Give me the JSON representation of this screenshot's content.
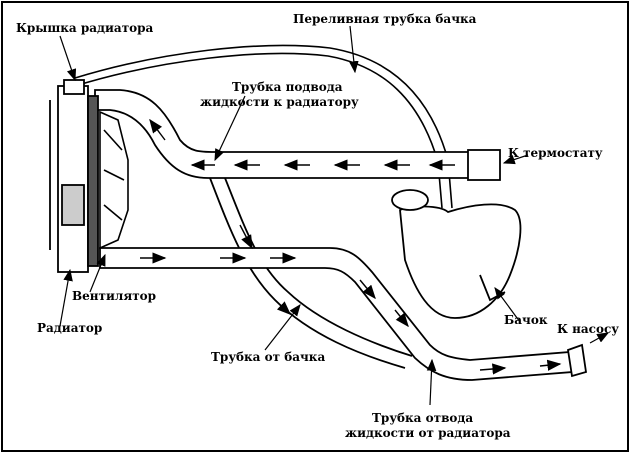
{
  "labels": {
    "radiator_cap": "Крышка радиатора",
    "overflow_tube": "Переливная трубка бачка",
    "supply_line1": "Трубка подвода",
    "supply_line2": "жидкости к радиатору",
    "to_thermostat": "К термостату",
    "fan": "Вентилятор",
    "radiator": "Радиатор",
    "tank_tube": "Трубка от бачка",
    "tank": "Бачок",
    "to_pump": "К насосу",
    "return_line1": "Трубка отвода",
    "return_line2": "жидкости от радиатора"
  },
  "colors": {
    "line": "#000000",
    "fill": "#ffffff",
    "dark": "#222222"
  }
}
